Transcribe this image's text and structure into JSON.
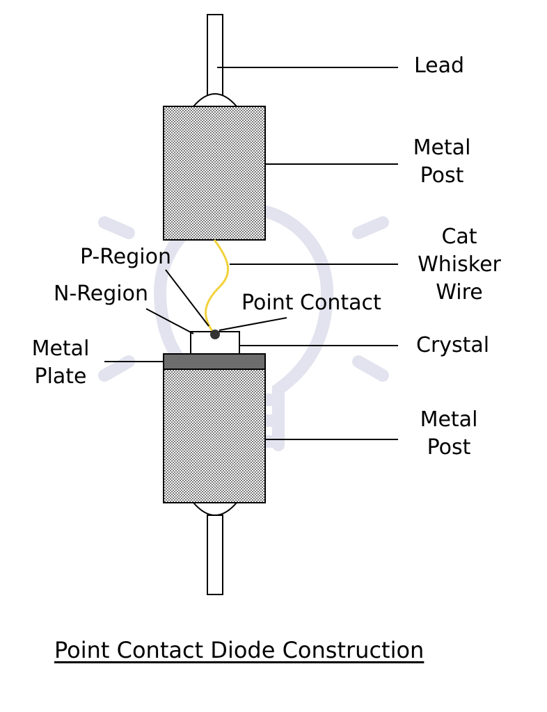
{
  "labels": {
    "lead": "Lead",
    "top_post_1": "Metal",
    "top_post_2": "Post",
    "cat_1": "Cat",
    "cat_2": "Whisker",
    "cat_3": "Wire",
    "p_region": "P-Region",
    "n_region": "N-Region",
    "point_contact": "Point Contact",
    "metal_plate_1": "Metal",
    "metal_plate_2": "Plate",
    "crystal": "Crystal",
    "bottom_post_1": "Metal",
    "bottom_post_2": "Post"
  },
  "caption": "Point Contact Diode Construction",
  "colors": {
    "whisker": "#f2d23a",
    "plate": "#6d6d6d",
    "contact": "#333333",
    "watermark": "#d9dae9"
  }
}
